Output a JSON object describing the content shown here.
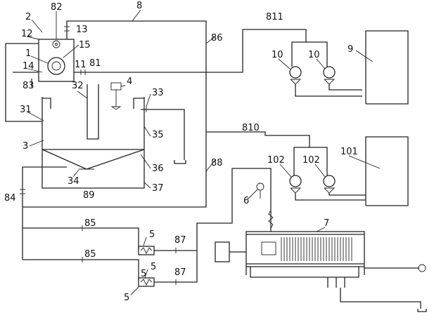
{
  "labels": {
    "l1": "1",
    "l2": "2",
    "l3": "3",
    "l4": "4",
    "l5a": "5",
    "l5b": "5",
    "l5c": "5",
    "l5d": "5",
    "l6": "6",
    "l7": "7",
    "l8": "8",
    "l9": "9",
    "l10a": "10",
    "l10b": "10",
    "l11": "11",
    "l12": "12",
    "l13": "13",
    "l14": "14",
    "l15": "15",
    "l31": "31",
    "l32": "32",
    "l33": "33",
    "l34": "34",
    "l35": "35",
    "l36": "36",
    "l37": "37",
    "l81": "81",
    "l82": "82",
    "l83": "83",
    "l84": "84",
    "l85a": "85",
    "l85b": "85",
    "l86": "86",
    "l87a": "87",
    "l87b": "87",
    "l88": "88",
    "l89": "89",
    "l101": "101",
    "l102a": "102",
    "l102b": "102",
    "l810": "810",
    "l811": "811"
  }
}
